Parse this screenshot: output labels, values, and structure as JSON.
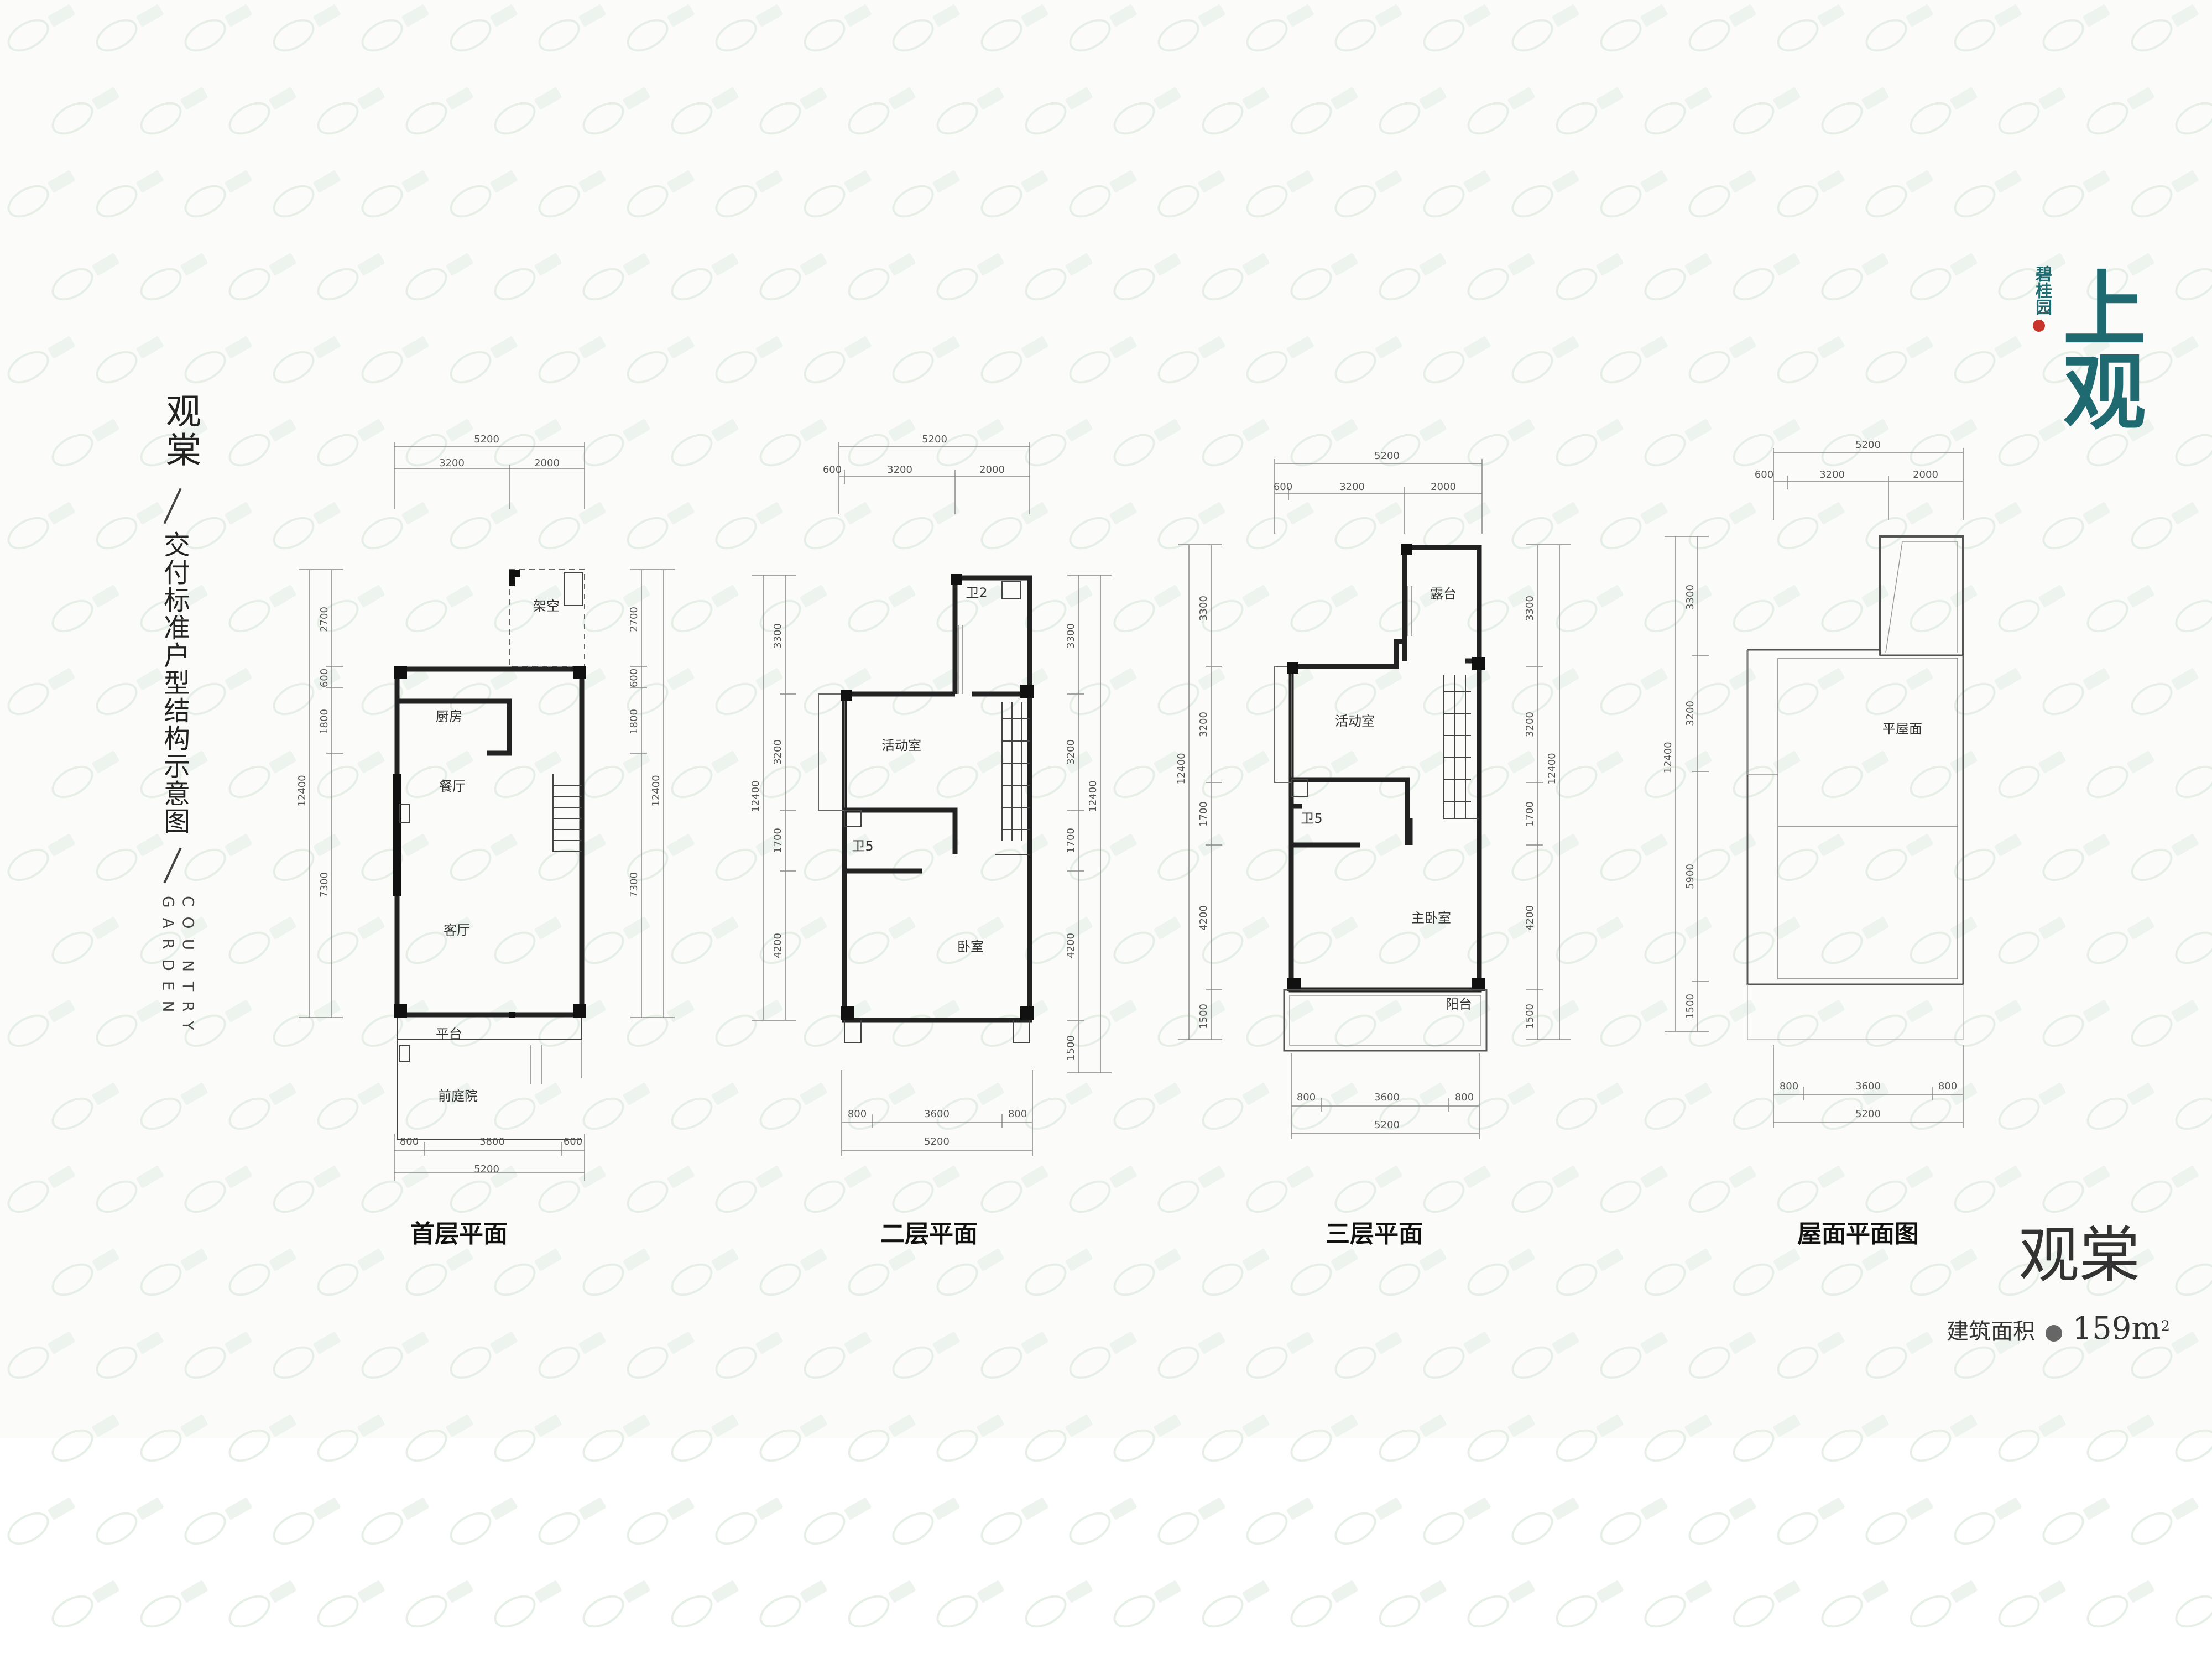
{
  "side_title": {
    "name": "观棠",
    "subtitle": "交付标准户型结构示意图",
    "brand_line1": "COUNTRY",
    "brand_line2": "GARDEN"
  },
  "logo": {
    "brand": "碧桂园",
    "project": "上观",
    "color": "#1e6a70"
  },
  "unit": {
    "name": "观棠",
    "area_label": "建筑面积",
    "area_value": "159m",
    "area_unit_sup": "2"
  },
  "plans": [
    {
      "title": "首层平面",
      "rooms": [
        "架空",
        "厨房",
        "餐厅",
        "客厅",
        "平台",
        "前庭院"
      ],
      "top_dims": [
        "5200",
        "3200",
        "2000"
      ],
      "left_dims": [
        "2700",
        "600",
        "1800",
        "12400",
        "7300"
      ],
      "right_dims": [
        "2700",
        "600",
        "1800",
        "12400",
        "7300"
      ],
      "bottom_dims": [
        "800",
        "3800",
        "600",
        "5200"
      ]
    },
    {
      "title": "二层平面",
      "rooms": [
        "卫2",
        "活动室",
        "卫5",
        "卧室"
      ],
      "top_dims": [
        "5200",
        "600",
        "3200",
        "2000"
      ],
      "left_dims": [
        "3300",
        "3200",
        "12400",
        "1700",
        "4200"
      ],
      "right_dims": [
        "3300",
        "3200",
        "12400",
        "1700",
        "4200",
        "1500"
      ],
      "bottom_dims": [
        "800",
        "3600",
        "800",
        "5200"
      ]
    },
    {
      "title": "三层平面",
      "rooms": [
        "露台",
        "活动室",
        "卫5",
        "主卧室",
        "阳台"
      ],
      "top_dims": [
        "5200",
        "600",
        "3200",
        "2000"
      ],
      "left_dims": [
        "3300",
        "3200",
        "12400",
        "1700",
        "4200",
        "1500"
      ],
      "right_dims": [
        "3300",
        "3200",
        "12400",
        "1700",
        "4200",
        "1500"
      ],
      "bottom_dims": [
        "800",
        "3600",
        "800",
        "5200"
      ]
    },
    {
      "title": "屋面平面图",
      "rooms": [
        "平屋面"
      ],
      "top_dims": [
        "5200",
        "600",
        "3200",
        "2000"
      ],
      "left_dims": [
        "3300",
        "3200",
        "12400",
        "5900",
        "1500"
      ],
      "bottom_dims": [
        "800",
        "3600",
        "800",
        "5200"
      ]
    }
  ]
}
